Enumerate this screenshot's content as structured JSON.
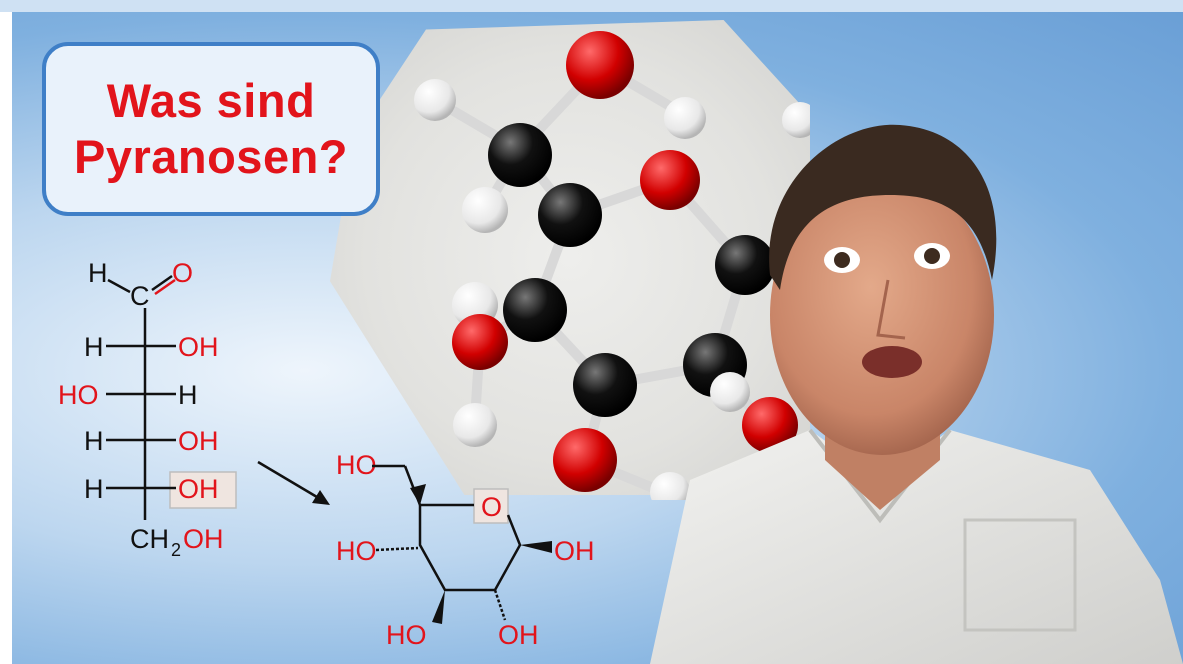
{
  "title": {
    "line1": "Was sind",
    "line2": "Pyranosen?"
  },
  "fischer": {
    "aldehyde_h": "H",
    "aldehyde_c": "C",
    "aldehyde_o": "O",
    "rows": [
      {
        "left": "H",
        "right": "OH"
      },
      {
        "left": "HO",
        "right": "H"
      },
      {
        "left": "H",
        "right": "OH"
      },
      {
        "left": "H",
        "right": "OH",
        "highlight": true
      }
    ],
    "bottom_ch": "CH",
    "bottom_sub": "2",
    "bottom_oh": "OH"
  },
  "haworth": {
    "ring_o": "O",
    "ch2oh": "HO",
    "c2": "HO",
    "c1": "OH",
    "c4": "HO",
    "c3": "OH"
  },
  "colors": {
    "red": "#e2141b",
    "black": "#111111",
    "frame_blue": "#3f7fc7",
    "highlight_box": "#efe5e0"
  }
}
